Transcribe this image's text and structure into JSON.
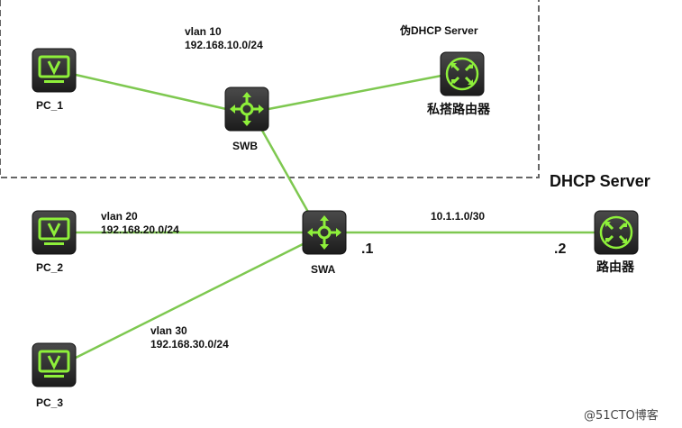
{
  "zone": {
    "label_vlan10": "vlan 10",
    "label_net10": "192.168.10.0/24",
    "label_fake": "伪DHCP Server"
  },
  "nodes": {
    "pc1": {
      "label": "PC_1"
    },
    "pc2": {
      "label": "PC_2"
    },
    "pc3": {
      "label": "PC_3"
    },
    "swb": {
      "label": "SWB"
    },
    "swa": {
      "label": "SWA"
    },
    "rogue_router": {
      "label": "私搭路由器"
    },
    "router": {
      "label": "路由器"
    }
  },
  "links": {
    "vlan20": {
      "vlan": "vlan 20",
      "net": "192.168.20.0/24"
    },
    "vlan30": {
      "vlan": "vlan 30",
      "net": "192.168.30.0/24"
    },
    "wan": {
      "net": "10.1.1.0/30",
      "swa_ip": ".1",
      "router_ip": ".2"
    }
  },
  "dhcp_server_title": "DHCP Server",
  "watermark": "@51CTO博客",
  "colors": {
    "link": "#7ec850",
    "icon_bg": "#2e2e2e",
    "icon_accent": "#8ef03a",
    "zone_border": "#666666"
  }
}
